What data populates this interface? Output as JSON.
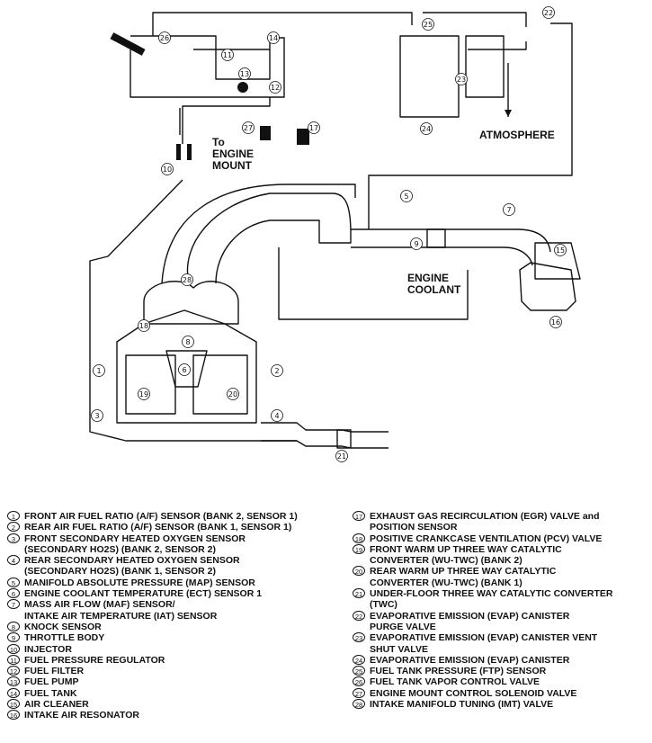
{
  "diagram_labels": {
    "to_engine_mount": "To\nENGINE\nMOUNT",
    "atmosphere": "ATMOSPHERE",
    "engine_coolant": "ENGINE\nCOOLANT"
  },
  "legend_left": [
    {
      "no": "1",
      "text": "FRONT AIR FUEL RATIO (A/F) SENSOR (BANK 2, SENSOR 1)"
    },
    {
      "no": "2",
      "text": "REAR AIR FUEL RATIO (A/F) SENSOR (BANK 1, SENSOR 1)"
    },
    {
      "no": "3",
      "text": "FRONT SECONDARY HEATED OXYGEN SENSOR\n(SECONDARY HO2S) (BANK 2, SENSOR 2)"
    },
    {
      "no": "4",
      "text": "REAR SECONDARY HEATED OXYGEN SENSOR\n(SECONDARY HO2S) (BANK 1, SENSOR 2)"
    },
    {
      "no": "5",
      "text": "MANIFOLD ABSOLUTE PRESSURE (MAP) SENSOR"
    },
    {
      "no": "6",
      "text": "ENGINE COOLANT TEMPERATURE (ECT) SENSOR 1"
    },
    {
      "no": "7",
      "text": "MASS AIR FLOW (MAF) SENSOR/\nINTAKE AIR TEMPERATURE (IAT) SENSOR"
    },
    {
      "no": "8",
      "text": "KNOCK SENSOR"
    },
    {
      "no": "9",
      "text": "THROTTLE BODY"
    },
    {
      "no": "10",
      "text": "INJECTOR"
    },
    {
      "no": "11",
      "text": "FUEL PRESSURE REGULATOR"
    },
    {
      "no": "12",
      "text": "FUEL FILTER"
    },
    {
      "no": "13",
      "text": "FUEL PUMP"
    },
    {
      "no": "14",
      "text": "FUEL TANK"
    },
    {
      "no": "15",
      "text": "AIR CLEANER"
    },
    {
      "no": "16",
      "text": "INTAKE AIR RESONATOR"
    }
  ],
  "legend_right": [
    {
      "no": "17",
      "text": "EXHAUST GAS RECIRCULATION (EGR) VALVE and\nPOSITION SENSOR"
    },
    {
      "no": "18",
      "text": "POSITIVE CRANKCASE VENTILATION (PCV) VALVE"
    },
    {
      "no": "19",
      "text": "FRONT WARM UP THREE WAY CATALYTIC\nCONVERTER (WU-TWC) (BANK 2)"
    },
    {
      "no": "20",
      "text": "REAR WARM UP THREE WAY CATALYTIC\nCONVERTER (WU-TWC) (BANK 1)"
    },
    {
      "no": "21",
      "text": "UNDER-FLOOR THREE WAY CATALYTIC CONVERTER\n(TWC)"
    },
    {
      "no": "22",
      "text": "EVAPORATIVE EMISSION (EVAP) CANISTER\nPURGE VALVE"
    },
    {
      "no": "23",
      "text": "EVAPORATIVE EMISSION (EVAP) CANISTER VENT\nSHUT VALVE"
    },
    {
      "no": "24",
      "text": "EVAPORATIVE EMISSION (EVAP) CANISTER"
    },
    {
      "no": "25",
      "text": "FUEL TANK PRESSURE (FTP) SENSOR"
    },
    {
      "no": "26",
      "text": "FUEL TANK VAPOR CONTROL VALVE"
    },
    {
      "no": "27",
      "text": "ENGINE MOUNT CONTROL SOLENOID VALVE"
    },
    {
      "no": "28",
      "text": "INTAKE MANIFOLD TUNING (IMT) VALVE"
    }
  ],
  "callouts": [
    "1",
    "2",
    "3",
    "4",
    "5",
    "6",
    "7",
    "8",
    "9",
    "10",
    "11",
    "12",
    "13",
    "14",
    "15",
    "16",
    "17",
    "18",
    "19",
    "20",
    "21",
    "22",
    "23",
    "24",
    "25",
    "26",
    "27",
    "28"
  ]
}
